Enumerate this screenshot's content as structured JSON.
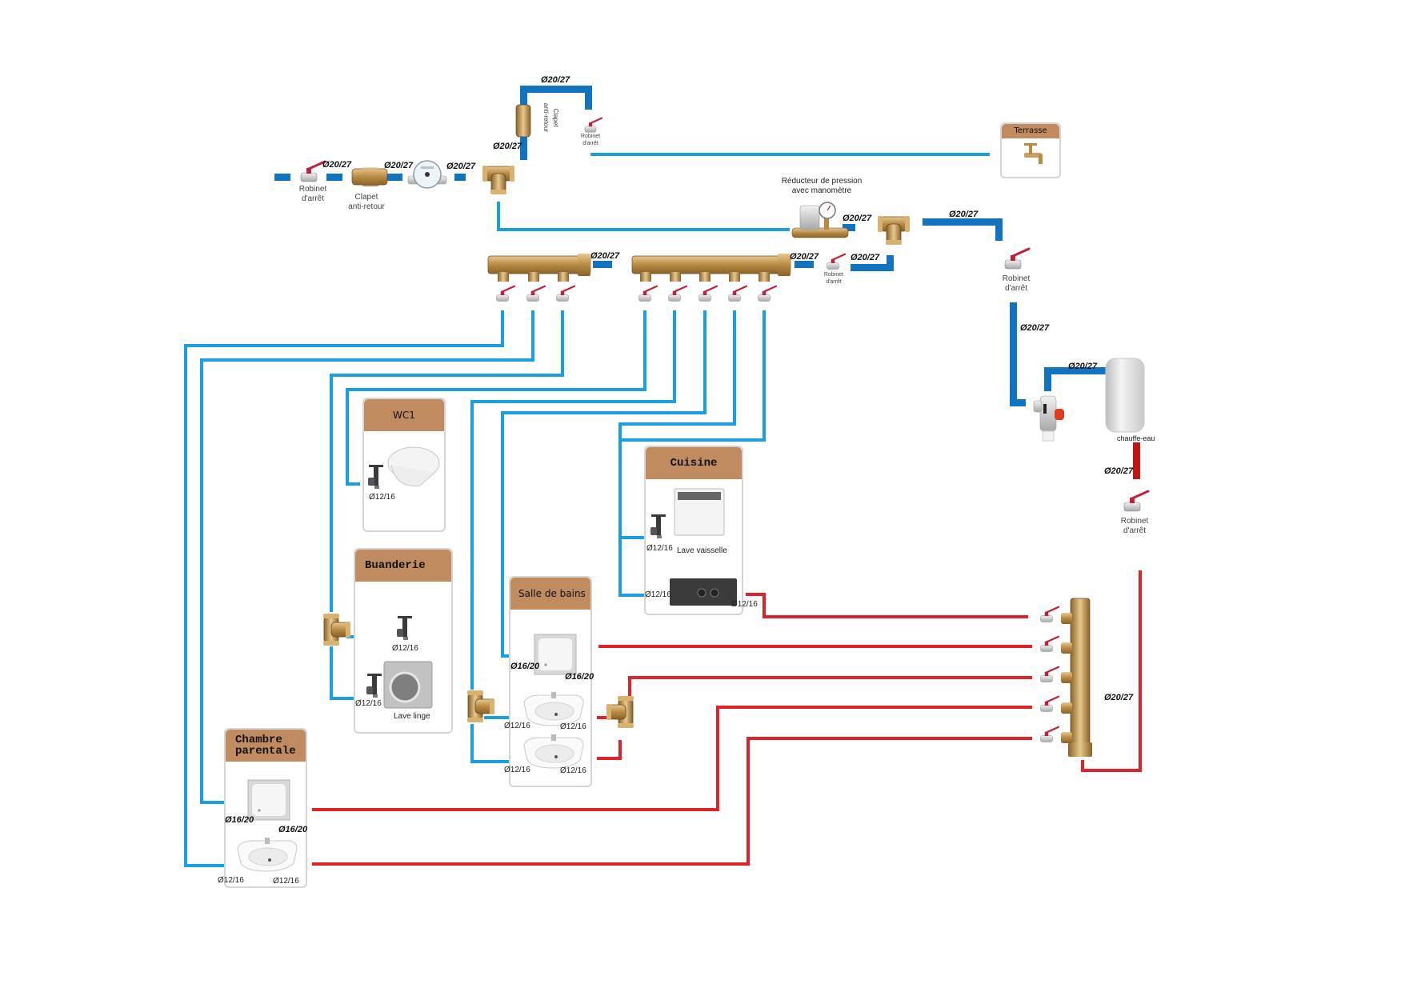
{
  "colors": {
    "cold_main": "#1273c0",
    "cold_branch": "#1aa0e0",
    "hot": "#e0222b",
    "hot_dark": "#c01515",
    "brass": "#c8a060",
    "room_header": "#bf8b5f"
  },
  "labels": {
    "d20_27": "Ø20/27",
    "d16_20": "Ø16/20",
    "d12_16": "Ø12/16",
    "robinet_line1": "Robinet",
    "robinet_line2": "d'arrêt",
    "clapet_line1": "Clapet",
    "clapet_line2": "anti-retour",
    "reducteur_line1": "Réducteur de pression",
    "reducteur_line2": "avec manomètre",
    "chauffe_eau": "chauffe-eau"
  },
  "rooms": {
    "terrasse": {
      "title": "Terrasse"
    },
    "wc1": {
      "title": "WC1"
    },
    "buanderie": {
      "title": "Buanderie",
      "appliance": "Lave linge"
    },
    "cuisine": {
      "title": "Cuisine",
      "appliance": "Lave vaisselle"
    },
    "salle_de_bains": {
      "title": "Salle de bains"
    },
    "chambre_parentale": {
      "title_line1": "Chambre",
      "title_line2": "parentale"
    }
  },
  "components": [
    {
      "id": "main-shutoff",
      "type": "ball-valve-icon",
      "label": "Robinet d'arrêt"
    },
    {
      "id": "check-valve-1",
      "type": "check-valve-icon",
      "label": "Clapet anti-retour"
    },
    {
      "id": "water-meter",
      "type": "water-meter-icon"
    },
    {
      "id": "tee-1",
      "type": "tee-fitting-icon"
    },
    {
      "id": "check-valve-2",
      "type": "check-valve-icon",
      "label": "Clapet anti-retour"
    },
    {
      "id": "garden-shutoff",
      "type": "ball-valve-icon",
      "label": "Robinet d'arrêt"
    },
    {
      "id": "pressure-reducer",
      "type": "pressure-reducer-icon",
      "label": "Réducteur de pression avec manomètre"
    },
    {
      "id": "tee-2",
      "type": "tee-fitting-icon"
    },
    {
      "id": "collector-shutoff",
      "type": "ball-valve-icon",
      "label": "Robinet d'arrêt"
    },
    {
      "id": "heater-shutoff",
      "type": "ball-valve-icon",
      "label": "Robinet d'arrêt"
    },
    {
      "id": "safety-group",
      "type": "safety-group-icon"
    },
    {
      "id": "water-heater",
      "type": "water-heater-icon",
      "label": "chauffe-eau"
    },
    {
      "id": "hot-shutoff",
      "type": "ball-valve-icon",
      "label": "Robinet d'arrêt"
    },
    {
      "id": "cold-collector-3",
      "type": "manifold-icon",
      "outlets": 3
    },
    {
      "id": "cold-collector-5",
      "type": "manifold-icon",
      "outlets": 5
    },
    {
      "id": "hot-collector-5",
      "type": "manifold-icon",
      "outlets": 5
    }
  ]
}
